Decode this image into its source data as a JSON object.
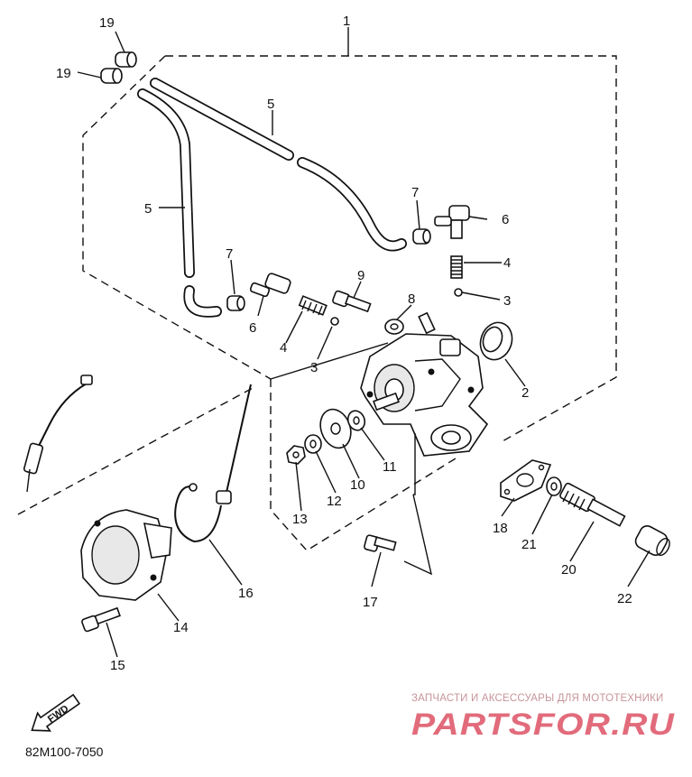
{
  "callouts": {
    "c1": "1",
    "c2": "2",
    "c3": "3",
    "c4": "4",
    "c5": "5",
    "c6": "6",
    "c7": "7",
    "c8": "8",
    "c9": "9",
    "c10": "10",
    "c11": "11",
    "c12": "12",
    "c13": "13",
    "c14": "14",
    "c15": "15",
    "c16": "16",
    "c17": "17",
    "c18": "18",
    "c19": "19",
    "c20": "20",
    "c21": "21",
    "c22": "22"
  },
  "fwd_label": "FWD",
  "diagram_code": "82M100-7050",
  "watermark": {
    "caption": "ЗАПЧАСТИ И АКСЕССУАРЫ ДЛЯ МОТОТЕХНИКИ",
    "brand": "PARTSFOR.RU",
    "color": "#e26b7b"
  }
}
